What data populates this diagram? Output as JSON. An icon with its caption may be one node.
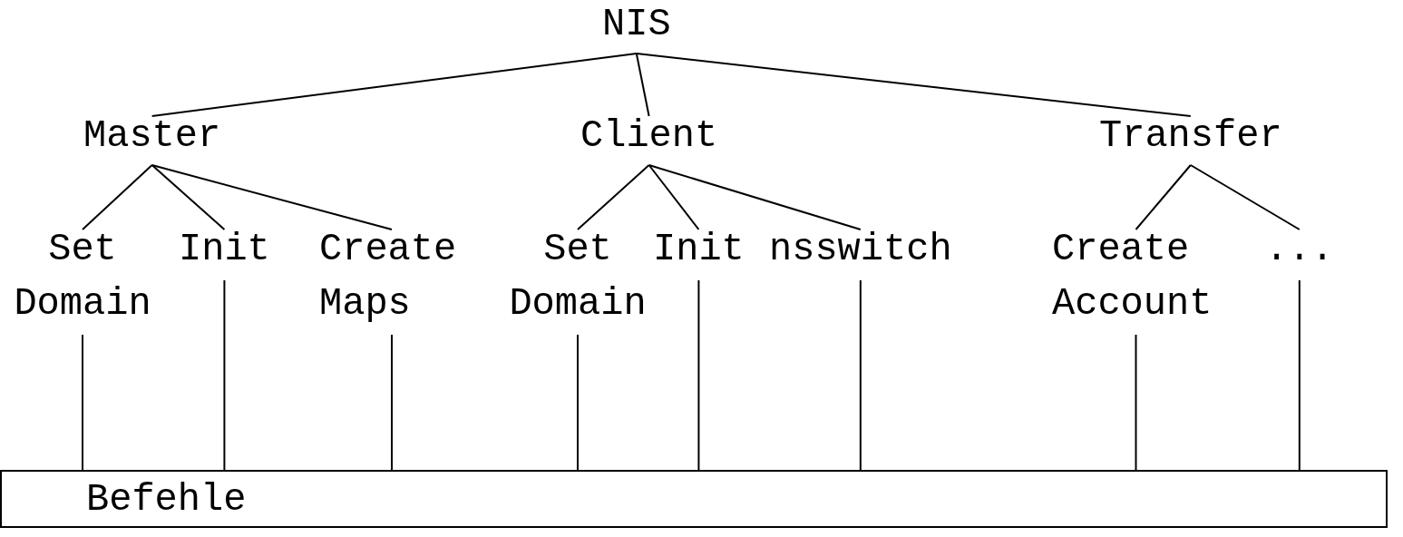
{
  "diagram": {
    "nodes": [
      {
        "text": [
          "NIS"
        ]
      },
      {
        "text": [
          "Master"
        ]
      },
      {
        "text": [
          "Client"
        ]
      },
      {
        "text": [
          "Transfer"
        ]
      },
      {
        "text": [
          "Set Domain"
        ]
      },
      {
        "text": [
          "Init"
        ]
      },
      {
        "text": [
          "Create Maps"
        ]
      },
      {
        "text": [
          "Set Domain"
        ]
      },
      {
        "text": [
          "Init"
        ]
      },
      {
        "text": [
          "nsswitch"
        ]
      },
      {
        "text": [
          "Create Account"
        ]
      },
      {
        "text": [
          "..."
        ]
      },
      {
        "text": [
          "Befehle"
        ]
      }
    ],
    "edges": [
      {
        "from": 0,
        "to": 1,
        "arrow": "none"
      },
      {
        "from": 0,
        "to": 2,
        "arrow": "none"
      },
      {
        "from": 0,
        "to": 3,
        "arrow": "none"
      },
      {
        "from": 1,
        "to": 4,
        "arrow": "none"
      },
      {
        "from": 1,
        "to": 5,
        "arrow": "none"
      },
      {
        "from": 1,
        "to": 6,
        "arrow": "none"
      },
      {
        "from": 2,
        "to": 7,
        "arrow": "none"
      },
      {
        "from": 2,
        "to": 8,
        "arrow": "none"
      },
      {
        "from": 2,
        "to": 9,
        "arrow": "none"
      },
      {
        "from": 3,
        "to": 10,
        "arrow": "none"
      },
      {
        "from": 3,
        "to": 11,
        "arrow": "none"
      },
      {
        "from": 4,
        "to": 12,
        "arrow": "none"
      },
      {
        "from": 5,
        "to": 12,
        "arrow": "none"
      },
      {
        "from": 6,
        "to": 12,
        "arrow": "none"
      },
      {
        "from": 7,
        "to": 12,
        "arrow": "none"
      },
      {
        "from": 8,
        "to": 12,
        "arrow": "none"
      },
      {
        "from": 9,
        "to": 12,
        "arrow": "none"
      },
      {
        "from": 10,
        "to": 12,
        "arrow": "none"
      },
      {
        "from": 11,
        "to": 12,
        "arrow": "none"
      }
    ]
  }
}
